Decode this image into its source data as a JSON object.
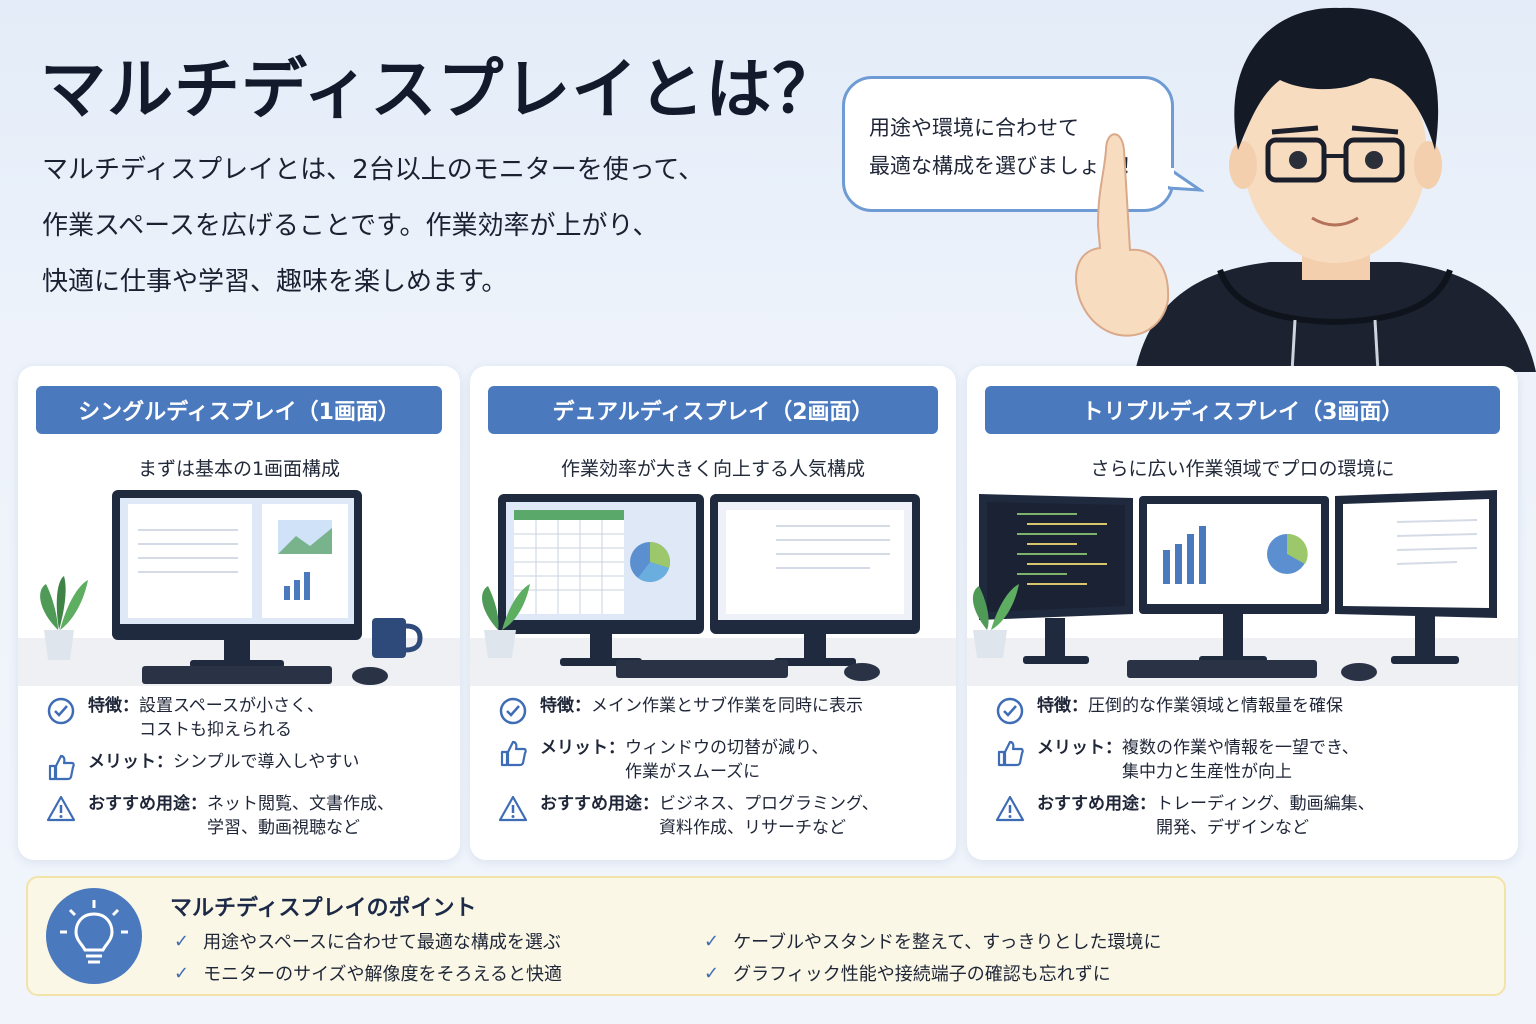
{
  "header": {
    "title": "マルチディスプレイとは？",
    "intro": [
      "マルチディスプレイとは、2台以上のモニターを使って、",
      "作業スペースを広げることです。作業効率が上がり、",
      "快適に仕事や学習、趣味を楽しめます。"
    ]
  },
  "bubble": {
    "lines": [
      "用途や環境に合わせて",
      "最適な構成を選びましょう！"
    ]
  },
  "cards": [
    {
      "title": "シングルディスプレイ（1画面）",
      "subtitle": "まずは基本の1画面構成",
      "features": [
        {
          "icon": "check-circle-icon",
          "label": "特徴：",
          "text": "設置スペースが小さく、\nコストも抑えられる"
        },
        {
          "icon": "thumbs-up-icon",
          "label": "メリット：",
          "text": "シンプルで導入しやすい"
        },
        {
          "icon": "warning-icon",
          "label": "おすすめ用途：",
          "text": "ネット閲覧、文書作成、\n学習、動画視聴など"
        }
      ]
    },
    {
      "title": "デュアルディスプレイ（2画面）",
      "subtitle": "作業効率が大きく向上する人気構成",
      "features": [
        {
          "icon": "check-circle-icon",
          "label": "特徴：",
          "text": "メイン作業とサブ作業を同時に表示"
        },
        {
          "icon": "thumbs-up-icon",
          "label": "メリット：",
          "text": "ウィンドウの切替が減り、\n作業がスムーズに"
        },
        {
          "icon": "warning-icon",
          "label": "おすすめ用途：",
          "text": "ビジネス、プログラミング、\n資料作成、リサーチなど"
        }
      ]
    },
    {
      "title": "トリプルディスプレイ（3画面）",
      "subtitle": "さらに広い作業領域でプロの環境に",
      "features": [
        {
          "icon": "check-circle-icon",
          "label": "特徴：",
          "text": "圧倒的な作業領域と情報量を確保"
        },
        {
          "icon": "thumbs-up-icon",
          "label": "メリット：",
          "text": "複数の作業や情報を一望でき、\n集中力と生産性が向上"
        },
        {
          "icon": "warning-icon",
          "label": "おすすめ用途：",
          "text": "トレーディング、動画編集、\n開発、デザインなど"
        }
      ]
    }
  ],
  "points": {
    "title": "マルチディスプレイのポイント",
    "items": [
      "用途やスペースに合わせて最適な構成を選ぶ",
      "モニターのサイズや解像度をそろえると快適",
      "ケーブルやスタンドを整えて、すっきりとした環境に",
      "グラフィック性能や接続端子の確認も忘れずに"
    ]
  },
  "colors": {
    "accent": "#4b79be",
    "monitor": "#1f2a3f",
    "background": "#e8eff9",
    "tip_bg": "#fbf7e6"
  }
}
